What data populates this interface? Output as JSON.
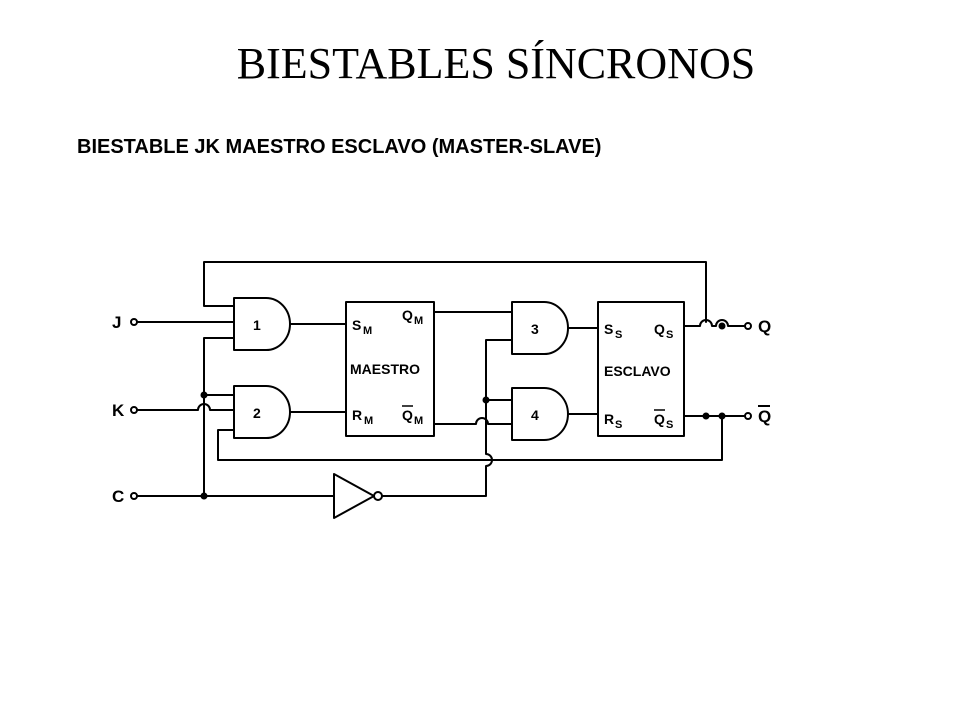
{
  "title": "BIESTABLES SÍNCRONOS",
  "subtitle": "BIESTABLE JK MAESTRO ESCLAVO (MASTER-SLAVE)",
  "diagram": {
    "inputs": {
      "j": "J",
      "k": "K",
      "c": "C"
    },
    "outputs": {
      "q": "Q",
      "q_bar": "Q"
    },
    "gates": {
      "g1": "1",
      "g2": "2",
      "g3": "3",
      "g4": "4"
    },
    "master": {
      "name": "MAESTRO",
      "s": "S",
      "s_sub": "M",
      "r": "R",
      "r_sub": "M",
      "q": "Q",
      "q_sub": "M",
      "qbar": "Q",
      "qbar_sub": "M"
    },
    "slave": {
      "name": "ESCLAVO",
      "s": "S",
      "s_sub": "S",
      "r": "R",
      "r_sub": "S",
      "q": "Q",
      "q_sub": "S",
      "qbar": "Q",
      "qbar_sub": "S"
    }
  }
}
